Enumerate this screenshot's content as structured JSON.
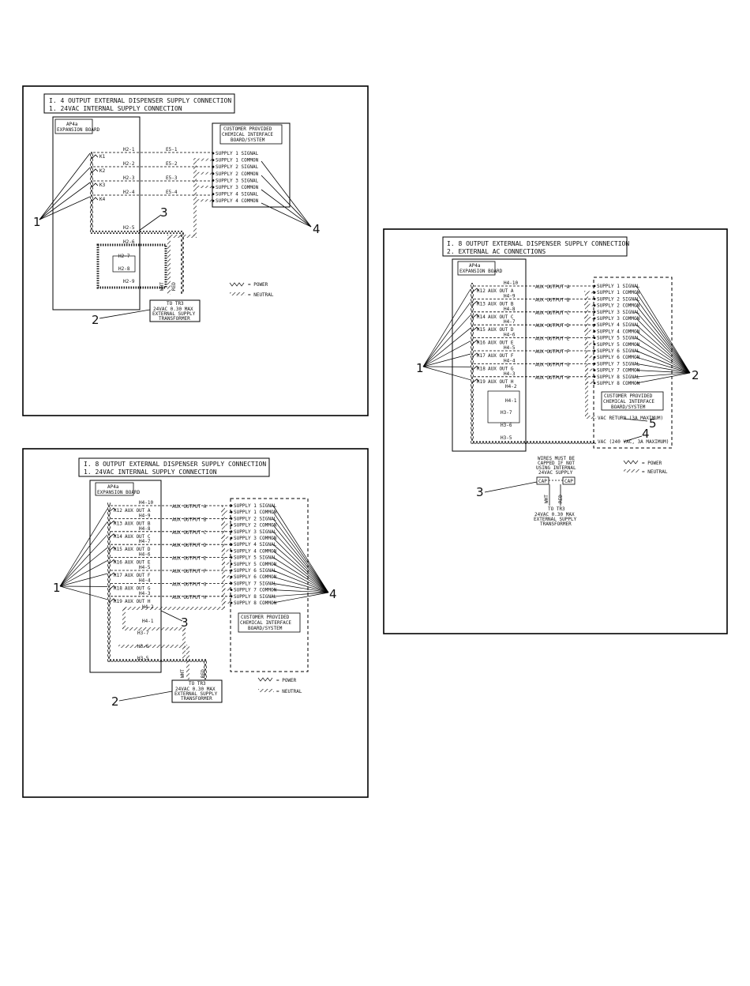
{
  "diagram1": {
    "title_line1": "I. 4 OUTPUT EXTERNAL DISPENSER SUPPLY CONNECTION",
    "title_line2": "1. 24VAC INTERNAL SUPPLY CONNECTION",
    "board_line1": "AP4a",
    "board_line2": "EXPANSION BOARD",
    "customer_line1": "CUSTOMER PROVIDED",
    "customer_line2": "CHEMICAL INTERFACE",
    "customer_line3": "BOARD/SYSTEM",
    "channels": [
      {
        "h": "H2-1",
        "e": "E5-1",
        "k": "K1"
      },
      {
        "h": "H2-2",
        "e": "E5-2",
        "k": "K2"
      },
      {
        "h": "H2-3",
        "e": "E5-3",
        "k": "K3"
      },
      {
        "h": "H2-4",
        "e": "E5-4",
        "k": "K4"
      }
    ],
    "supplies": [
      "SUPPLY 1 SIGNAL",
      "SUPPLY 1 COMMON",
      "SUPPLY 2 SIGNAL",
      "SUPPLY 2 COMMON",
      "SUPPLY 3 SIGNAL",
      "SUPPLY 3 COMMON",
      "SUPPLY 4 SIGNAL",
      "SUPPLY 4 COMMON"
    ],
    "h2_5": "H2-5",
    "h2_6": "H2-6",
    "h2_7": "H2-7",
    "h2_8": "H2-8",
    "h2_9": "H2-9",
    "wht": "WHT",
    "red": "RED",
    "trans_line1": "TO TR3",
    "trans_line2": "24VAC 0.30 MAX",
    "trans_line3": "EXTERNAL SUPPLY",
    "trans_line4": "TRANSFORMER",
    "legend_power": "= POWER",
    "legend_neutral": "= NEUTRAL",
    "callouts": [
      "1",
      "2",
      "3",
      "4"
    ]
  },
  "diagram2": {
    "title_line1": "I. 8 OUTPUT EXTERNAL DISPENSER SUPPLY CONNECTION",
    "title_line2": "1. 24VAC INTERNAL SUPPLY CONNECTION",
    "board_line1": "AP4a",
    "board_line2": "EXPANSION BOARD",
    "customer_line1": "CUSTOMER PROVIDED",
    "customer_line2": "CHEMICAL INTERFACE",
    "customer_line3": "BOARD/SYSTEM",
    "h_labels": [
      "H4-10",
      "H4-9",
      "H4-8",
      "H4-7",
      "H4-6",
      "H4-5",
      "H4-4",
      "H4-3"
    ],
    "k_labels": [
      "K12",
      "K13",
      "K14",
      "K15",
      "K16",
      "K17",
      "K18",
      "K19"
    ],
    "aux_small": [
      "AUX OUT A",
      "AUX OUT B",
      "AUX OUT C",
      "AUX OUT D",
      "AUX OUT E",
      "AUX OUT F",
      "AUX OUT G",
      "AUX OUT H"
    ],
    "aux_outputs": [
      "AUX OUTPUT A",
      "AUX OUTPUT B",
      "AUX OUTPUT C",
      "AUX OUTPUT D",
      "AUX OUTPUT E",
      "AUX OUTPUT F",
      "AUX OUTPUT G",
      "AUX OUTPUT H"
    ],
    "supplies": [
      "SUPPLY 1 SIGNAL",
      "SUPPLY 1 COMMON",
      "SUPPLY 2 SIGNAL",
      "SUPPLY 2 COMMON",
      "SUPPLY 3 SIGNAL",
      "SUPPLY 3 COMMON",
      "SUPPLY 4 SIGNAL",
      "SUPPLY 4 COMMON",
      "SUPPLY 5 SIGNAL",
      "SUPPLY 5 COMMON",
      "SUPPLY 6 SIGNAL",
      "SUPPLY 6 COMMON",
      "SUPPLY 7 SIGNAL",
      "SUPPLY 7 COMMON",
      "SUPPLY 8 SIGNAL",
      "SUPPLY 8 COMMON"
    ],
    "h4_2": "H4-2",
    "h4_1": "H4-1",
    "h3_7": "H3-7",
    "h3_6": "H3-6",
    "h3_5": "H3-5",
    "wht": "WHT",
    "red": "RED",
    "trans_line1": "TO TR3",
    "trans_line2": "24VAC 0.30 MAX",
    "trans_line3": "EXTERNAL SUPPLY",
    "trans_line4": "TRANSFORMER",
    "legend_power": "= POWER",
    "legend_neutral": "= NEUTRAL",
    "callouts": [
      "1",
      "2",
      "3",
      "4"
    ]
  },
  "diagram3": {
    "title_line1": "I. 8 OUTPUT EXTERNAL DISPENSER SUPPLY CONNECTION",
    "title_line2": "2. EXTERNAL AC CONNECTIONS",
    "board_line1": "AP4a",
    "board_line2": "EXPANSION BOARD",
    "customer_line1": "CUSTOMER PROVIDED",
    "customer_line2": "CHEMICAL INTERFACE",
    "customer_line3": "BOARD/SYSTEM",
    "vac_return": "VAC RETURN (3A MAXIMUM)",
    "vac_supply": "VAC (240 VAC, 3A MAXIMUM)",
    "caps_note_line1": "WIRES MUST BE",
    "caps_note_line2": "CAPPED IF NOT",
    "caps_note_line3": "USING INTERNAL",
    "caps_note_line4": "24VAC SUPPLY",
    "cap": "CAP",
    "callouts": [
      "1",
      "2",
      "3",
      "4",
      "5"
    ]
  }
}
